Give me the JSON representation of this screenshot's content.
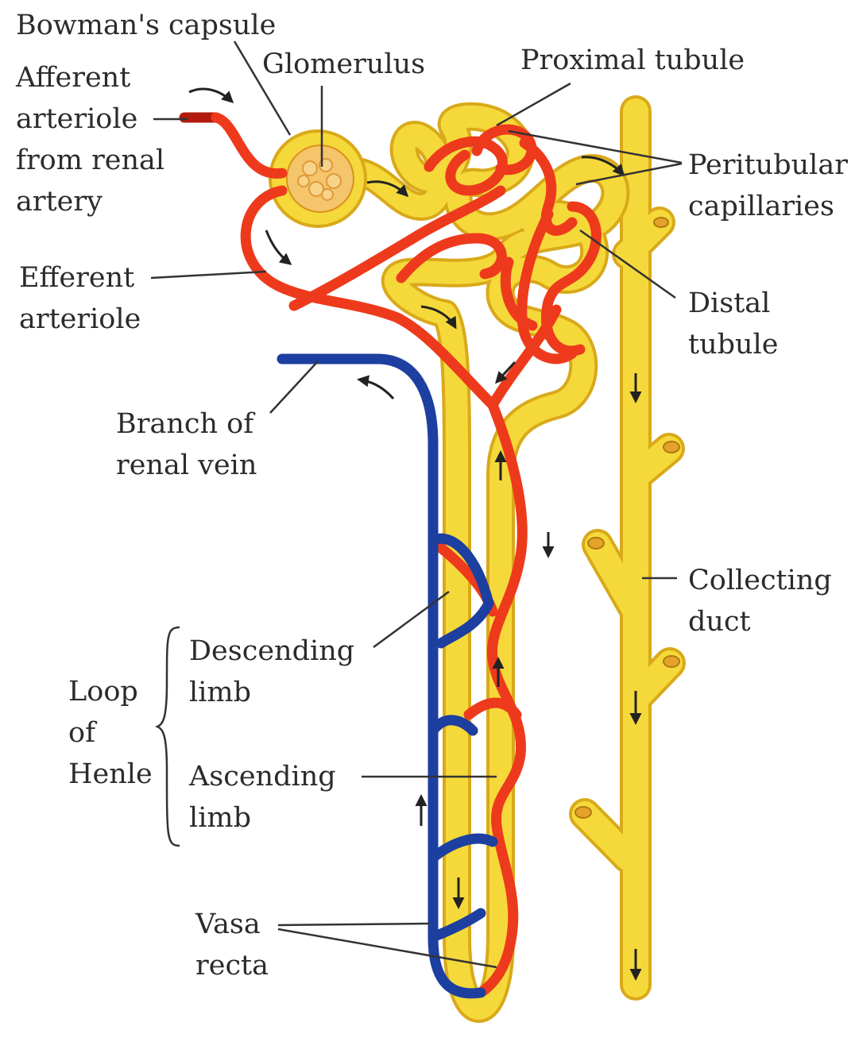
{
  "colors": {
    "tubule": "#f5d93a",
    "tubule_edge": "#d9a91a",
    "artery": "#ee3a1c",
    "vein": "#1d3fa0",
    "glomerulus": "#f4c56a",
    "text": "#2b2b2b",
    "leader": "#333333"
  },
  "labels": {
    "bowmans_capsule": "Bowman's capsule",
    "glomerulus": "Glomerulus",
    "proximal_tubule": "Proximal tubule",
    "afferent_arteriole": [
      "Afferent",
      "arteriole",
      "from renal",
      "artery"
    ],
    "peritubular_capillaries": [
      "Peritubular",
      "capillaries"
    ],
    "efferent_arteriole": [
      "Efferent",
      "arteriole"
    ],
    "distal_tubule": [
      "Distal",
      "tubule"
    ],
    "branch_renal_vein": [
      "Branch of",
      "renal vein"
    ],
    "collecting_duct": [
      "Collecting",
      "duct"
    ],
    "loop_of_henle": [
      "Loop",
      "of",
      "Henle"
    ],
    "descending_limb": [
      "Descending",
      "limb"
    ],
    "ascending_limb": [
      "Ascending",
      "limb"
    ],
    "vasa_recta": [
      "Vasa",
      "recta"
    ]
  }
}
